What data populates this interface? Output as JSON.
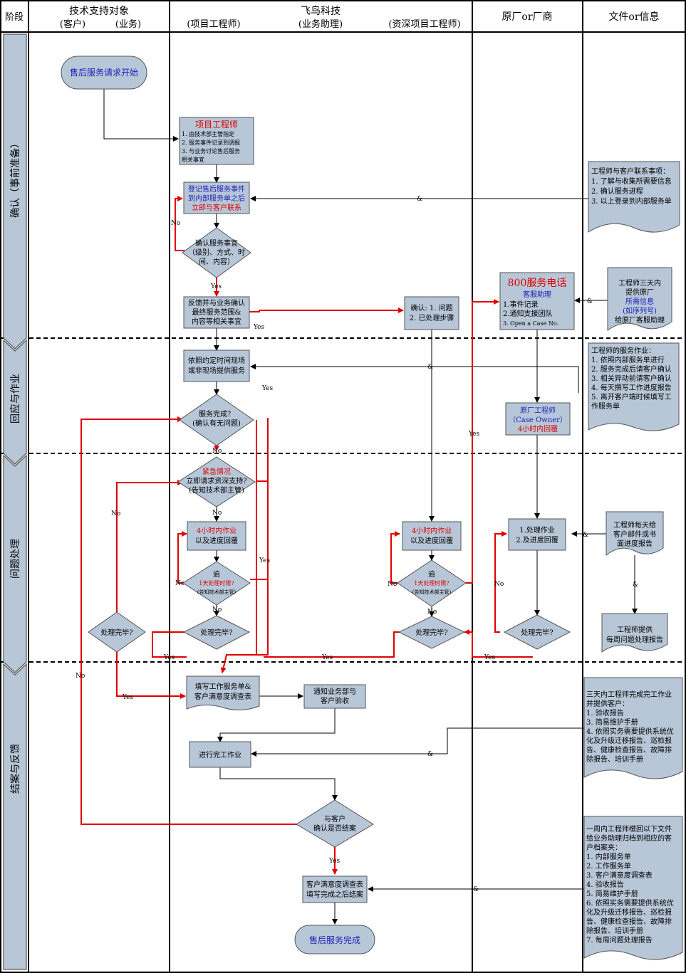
{
  "header": {
    "stage": "阶段",
    "col_a_title": "技术支持对象",
    "col_a_sub1": "(客户)",
    "col_a_sub2": "(业务)",
    "col_b_title": "飞鸟科技",
    "col_b_sub1": "(项目工程师)",
    "col_b_sub2": "(业务助理)",
    "col_b_sub3": "(资深项目工程师)",
    "col_c_title": "原厂or厂商",
    "col_d_title": "文件or信息"
  },
  "phases": [
    "确认（事前准备）",
    "回应与作业",
    "问题处理",
    "结案与反馈"
  ],
  "nodes": {
    "start": "售后服务请求开始",
    "pe_title": "项目工程师",
    "pe_lines": [
      "1. 由技术部主管指定",
      "2. 服务事件记录到调报",
      "3. 与业务讨论售后服务",
      "相关事宜"
    ],
    "reg": [
      "登记售后服务事件",
      "到内部服务单之后",
      "立即与客户联系"
    ],
    "confirm": [
      "确认服务事宜",
      "（级别、方式、时",
      "间、内容）"
    ],
    "feedback": [
      "反馈并与业务确认",
      "最终服务范围&",
      "内容等相关事宜"
    ],
    "confirm2": [
      "确认: 1. 问题",
      "2. 已处理步骤"
    ],
    "hotline_title": "800服务电话",
    "hotline_sub": "客服助理",
    "hotline_lines": [
      "1.事件记录",
      "2.通知支援团队",
      "3. Open a Case No."
    ],
    "onsite": [
      "依照约定时间现场",
      "或非现场提供服务"
    ],
    "done_q": [
      "服务完成？",
      "(确认有无问题)"
    ],
    "owner": [
      "原厂工程师",
      "（Case Owner）",
      "4小时内回覆"
    ],
    "urgent_red": "紧急情况",
    "urgent": [
      "立即请求资深支持?",
      "(告知技术部主管)"
    ],
    "task4h_a": [
      "4小时内作业",
      "以及进度回覆"
    ],
    "task4h_b": [
      "4小时内作业",
      "以及进度回覆"
    ],
    "process": [
      "1.处理作业",
      "2.及进度回覆"
    ],
    "over_a": [
      "逾",
      "1天处理时限?",
      "(告知技术部主管)"
    ],
    "over_b": [
      "逾",
      "1天处理时限?",
      "(告知技术部主管)"
    ],
    "finish_a": "处理完毕?",
    "finish_b": "处理完毕?",
    "finish_c": "处理完毕?",
    "finish_left": "处理完毕?",
    "fill": [
      "填写工作服务单&",
      "客户满意度调查表"
    ],
    "notify": [
      "通知业务部与",
      "客户验收"
    ],
    "complete": "进行完工作业",
    "cust_confirm": [
      "与客户",
      "确认是否结案"
    ],
    "survey": [
      "客户满意度调查表",
      "填写完成之后结案"
    ],
    "end": "售后服务完成"
  },
  "docs": {
    "doc1": [
      "工程师与客户联系事项：",
      "1. 了解与收集所需要信息",
      "2. 确认服务进程",
      "3. 以上登录到内部服务单"
    ],
    "doc2": [
      "工程师三天内",
      "提供原厂",
      "所需信息",
      "(如序列号)",
      "给原厂客服助理"
    ],
    "doc3": [
      "工程师的服务作业：",
      "1. 依照内部服务单进行",
      "2. 服务完成后请客户确认",
      "3. 相关异动前请客户确认",
      "4. 每天撰写工作进度报告",
      "5. 离开客户端时候填写工",
      "作服务单"
    ],
    "doc4": [
      "工程师每天给",
      "客户邮件或书",
      "面进度报告"
    ],
    "doc5": [
      "工程师提供",
      "每周问题处理报告"
    ],
    "doc6": [
      "三天内工程师完成完工作业",
      "并提供客户：",
      "1. 验收报告",
      "3. 简易维护手册",
      "4. 依照实务需要提供系统优",
      "化及升级迁移报告、巡检报",
      "告、健康检查报告、故障排",
      "除报告、培训手册"
    ],
    "doc7": [
      "一周内工程师缴回以下文件",
      "给业务助理归档到相应的客",
      "户档案夹：",
      "1. 内部服务单",
      "2. 工作服务单",
      "3. 客户满意度调查表",
      "4. 验收报告",
      "5. 简易维护手册",
      "6. 依照实务需要提供系统优",
      "化及升级迁移报告、巡检报",
      "告、健康检查报告、故障排",
      "除报告、培训手册",
      "7. 每周问题处理报告"
    ]
  },
  "labels": {
    "yes": "Yes",
    "no": "No",
    "amp": "&"
  },
  "colors": {
    "box_fill": "#b7c7d8",
    "box_stroke": "#555555",
    "red": "#e00000",
    "blue": "#1d1db8",
    "black": "#000000"
  }
}
